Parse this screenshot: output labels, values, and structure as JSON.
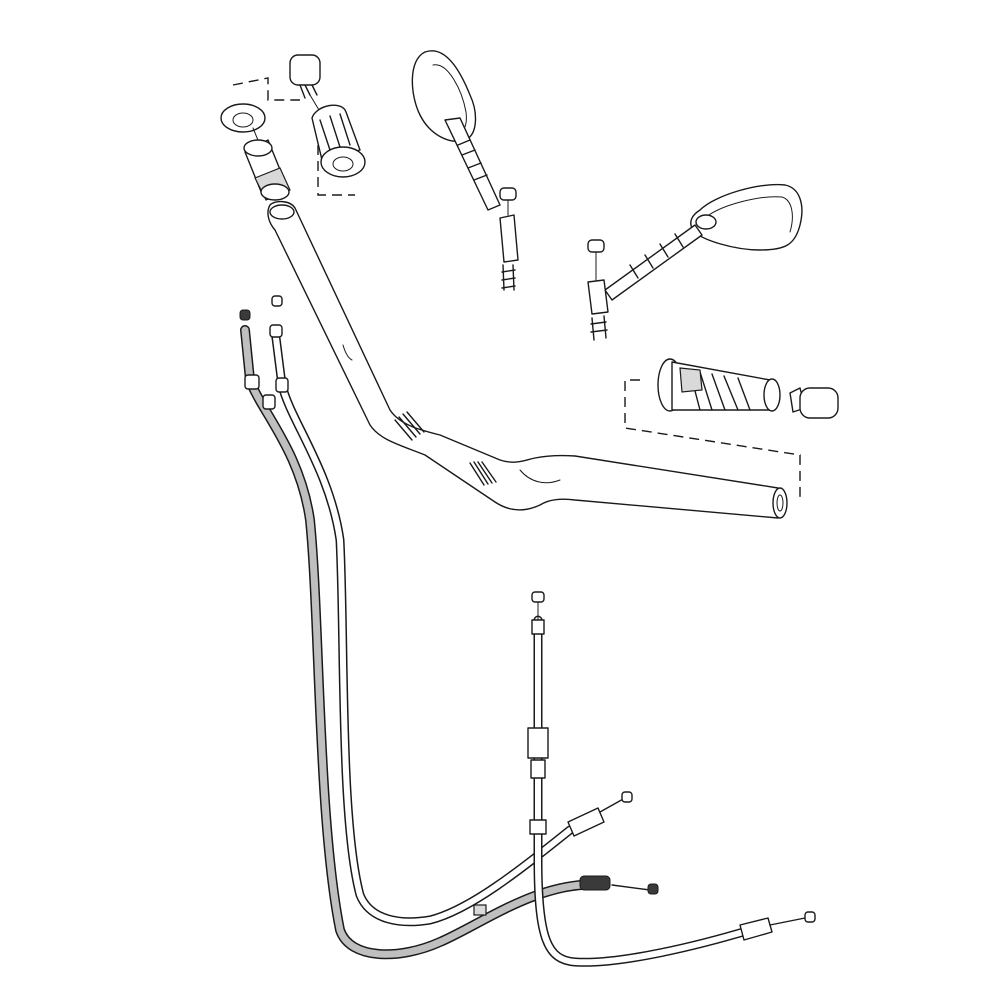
{
  "diagram": {
    "parts": [
      {
        "id": "handlebar",
        "icon": "handlebar-icon"
      },
      {
        "id": "left-grip-assembly",
        "icon": "grip-icon"
      },
      {
        "id": "right-grip-assembly",
        "icon": "grip-icon"
      },
      {
        "id": "left-mirror",
        "icon": "mirror-icon"
      },
      {
        "id": "right-mirror",
        "icon": "mirror-icon"
      },
      {
        "id": "throttle-cable-grey",
        "icon": "cable-icon"
      },
      {
        "id": "throttle-cable-white",
        "icon": "cable-icon"
      },
      {
        "id": "clutch-cable",
        "icon": "cable-icon"
      }
    ],
    "colors": {
      "line": "#1a1a1a",
      "background": "#ffffff",
      "cable_grey": "#bfbfbf"
    }
  }
}
